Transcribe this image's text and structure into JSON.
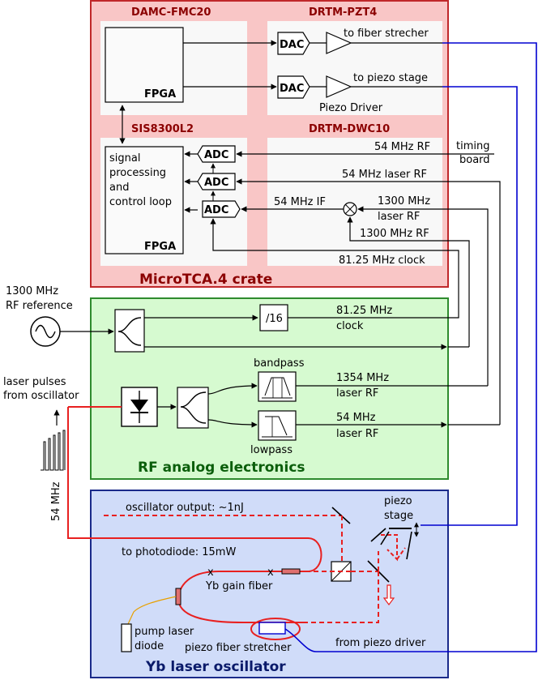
{
  "crate": {
    "title": "MicroTCA.4 crate",
    "damc": "DAMC-FMC20",
    "drtm_pzt4": "DRTM-PZT4",
    "sis": "SIS8300L2",
    "drtm_dwc": "DRTM-DWC10",
    "fpga_top": "FPGA",
    "fpga_bottom": "FPGA",
    "dac": "DAC",
    "adc": "ADC",
    "to_fiber": "to fiber strecher",
    "to_piezo": "to piezo stage",
    "piezo_driver": "Piezo Driver",
    "signal_lines": [
      "signal",
      "processing",
      "and",
      "control loop"
    ],
    "rf54": "54 MHz RF",
    "timing_lines": [
      "timing",
      "board"
    ],
    "laser54": "54 MHz laser RF",
    "if54": "54 MHz IF",
    "laser1300_lines": [
      "1300 MHz",
      "laser RF"
    ],
    "rf1300": "1300 MHz RF",
    "clock8125": "81.25 MHz clock"
  },
  "rf": {
    "title": "RF analog electronics",
    "ref_lines": [
      "1300 MHz",
      "RF reference"
    ],
    "pulses_lines": [
      "laser pulses",
      "from oscillator"
    ],
    "freq": "54 MHz",
    "div": "/16",
    "clock_lines": [
      "81.25 MHz",
      "clock"
    ],
    "bandpass": "bandpass",
    "lowpass": "lowpass",
    "out1354_lines": [
      "1354 MHz",
      "laser RF"
    ],
    "out54_lines": [
      "54 MHz",
      "laser RF"
    ]
  },
  "osc": {
    "title": "Yb laser oscillator",
    "output": "oscillator output: ~1nJ",
    "photodiode": "to photodiode: 15mW",
    "gain": "Yb gain fiber",
    "pump_lines": [
      "pump laser",
      "diode"
    ],
    "stretcher": "piezo fiber stretcher",
    "from_driver": "from piezo driver",
    "stage_lines": [
      "piezo",
      "stage"
    ]
  },
  "colors": {
    "crate_fill": "#f9c6c6",
    "crate_border": "#c0282a",
    "rf_fill": "#d6fad0",
    "rf_border": "#2e8b2e",
    "osc_fill": "#d0dcf9",
    "osc_border": "#1a2a8a",
    "blue_wire": "#0000d0",
    "red_fiber": "#e82020",
    "pump": "#e8a000"
  }
}
